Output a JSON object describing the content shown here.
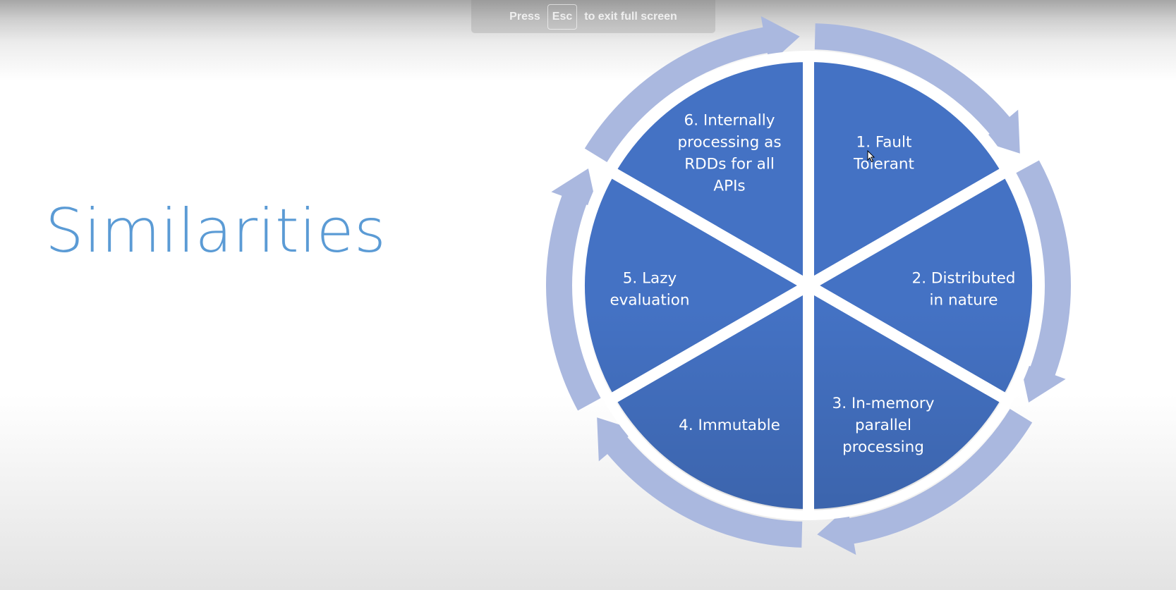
{
  "slide": {
    "title": "Similarities"
  },
  "fullscreen_banner": {
    "prefix": "Press",
    "key": "Esc",
    "suffix": "to exit full screen"
  },
  "cycle": {
    "segments": [
      {
        "lines": [
          "1. Fault",
          "Tolerant"
        ]
      },
      {
        "lines": [
          "2. Distributed",
          "in nature"
        ]
      },
      {
        "lines": [
          "3. In-memory",
          "parallel",
          "processing"
        ]
      },
      {
        "lines": [
          "4. Immutable"
        ]
      },
      {
        "lines": [
          "5. Lazy",
          "evaluation"
        ]
      },
      {
        "lines": [
          "6. Internally",
          "processing as",
          "RDDs for all",
          "APIs"
        ]
      }
    ],
    "colors": {
      "segment_fill": "#4472c4",
      "arrow_fill": "#aab8df"
    }
  }
}
